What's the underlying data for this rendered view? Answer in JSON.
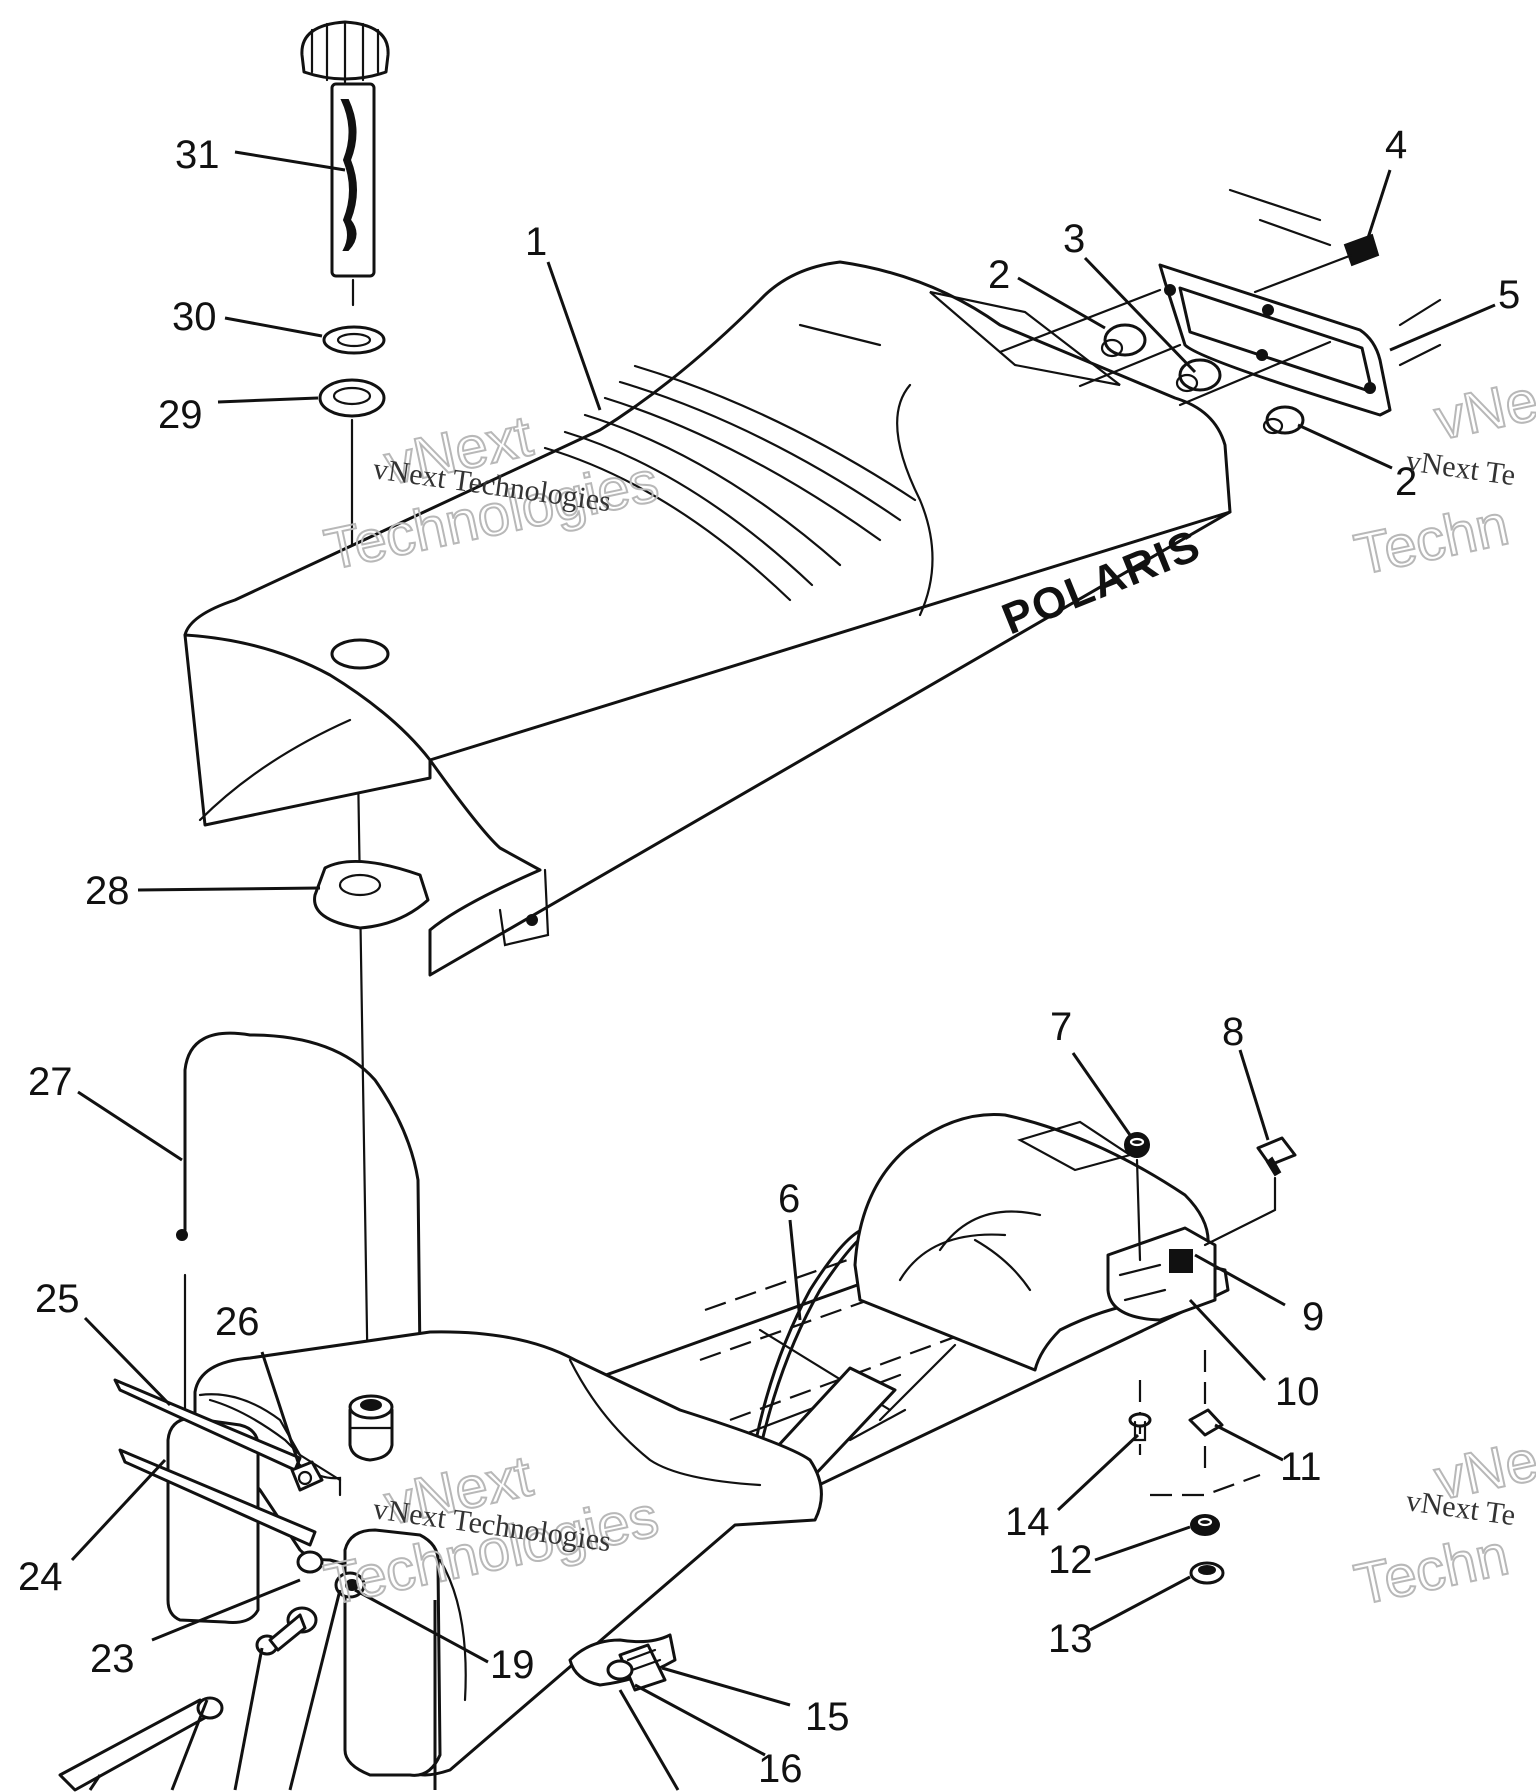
{
  "diagram": {
    "brand_logo": "POLARIS",
    "watermark_small": "vNext Technologies",
    "watermark_big_1": "vNext",
    "watermark_big_2": "Technologies",
    "watermark_small_cut": "vNext Te",
    "watermark_big_cut_1": "vNe",
    "watermark_big_cut_2": "Techn",
    "callouts": [
      {
        "id": "1",
        "label": "1"
      },
      {
        "id": "2a",
        "label": "2"
      },
      {
        "id": "2b",
        "label": "2"
      },
      {
        "id": "3",
        "label": "3"
      },
      {
        "id": "4",
        "label": "4"
      },
      {
        "id": "5",
        "label": "5"
      },
      {
        "id": "6",
        "label": "6"
      },
      {
        "id": "7",
        "label": "7"
      },
      {
        "id": "8",
        "label": "8"
      },
      {
        "id": "9",
        "label": "9"
      },
      {
        "id": "10",
        "label": "10"
      },
      {
        "id": "11",
        "label": "11"
      },
      {
        "id": "12",
        "label": "12"
      },
      {
        "id": "13",
        "label": "13"
      },
      {
        "id": "14",
        "label": "14"
      },
      {
        "id": "15",
        "label": "15"
      },
      {
        "id": "16",
        "label": "16"
      },
      {
        "id": "19",
        "label": "19"
      },
      {
        "id": "23",
        "label": "23"
      },
      {
        "id": "24",
        "label": "24"
      },
      {
        "id": "25",
        "label": "25"
      },
      {
        "id": "26",
        "label": "26"
      },
      {
        "id": "27",
        "label": "27"
      },
      {
        "id": "28",
        "label": "28"
      },
      {
        "id": "29",
        "label": "29"
      },
      {
        "id": "30",
        "label": "30"
      },
      {
        "id": "31",
        "label": "31"
      }
    ]
  }
}
